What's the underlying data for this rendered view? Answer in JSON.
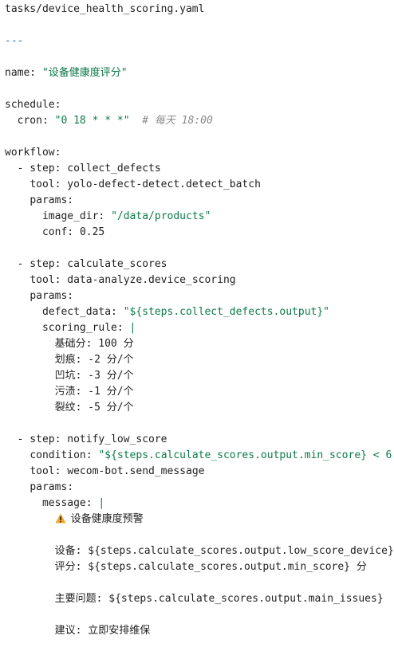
{
  "file": {
    "path": "tasks/device_health_scoring.yaml",
    "separator": "---"
  },
  "yaml": {
    "name_key": "name:",
    "name_value": "\"设备健康度评分\"",
    "schedule_key": "schedule:",
    "cron_key": "cron:",
    "cron_value": "\"0 18 * * *\"",
    "cron_comment": "# 每天 18:00",
    "workflow_key": "workflow:",
    "steps": [
      {
        "step_key": "- step:",
        "step_value": "collect_defects",
        "tool_key": "tool:",
        "tool_value": "yolo-defect-detect.detect_batch",
        "params_key": "params:",
        "p1_key": "image_dir:",
        "p1_value": "\"/data/products\"",
        "p2_key": "conf:",
        "p2_value": "0.25"
      },
      {
        "step_key": "- step:",
        "step_value": "calculate_scores",
        "tool_key": "tool:",
        "tool_value": "data-analyze.device_scoring",
        "params_key": "params:",
        "p1_key": "defect_data:",
        "p1_value": "\"${steps.collect_defects.output}\"",
        "p2_key": "scoring_rule:",
        "p2_value": "|",
        "rules": [
          "基础分: 100 分",
          "划痕: -2 分/个",
          "凹坑: -3 分/个",
          "污渍: -1 分/个",
          "裂纹: -5 分/个"
        ]
      },
      {
        "step_key": "- step:",
        "step_value": "notify_low_score",
        "condition_key": "condition:",
        "condition_value": "\"${steps.calculate_scores.output.min_score} < 6",
        "tool_key": "tool:",
        "tool_value": "wecom-bot.send_message",
        "params_key": "params:",
        "message_key": "message:",
        "message_value": "|",
        "message_title": "设备健康度预警",
        "message_lines": [
          "设备: ${steps.calculate_scores.output.low_score_device}",
          "评分: ${steps.calculate_scores.output.min_score} 分",
          "主要问题: ${steps.calculate_scores.output.main_issues}",
          "建议: 立即安排维保"
        ]
      }
    ]
  },
  "colors": {
    "text": "#1f1f1f",
    "string": "#0b7a47",
    "comment": "#8a8a8a",
    "separator": "#2a6fbd",
    "warning": "#f5a623"
  },
  "icons": {
    "warning": "warning-triangle-icon"
  }
}
